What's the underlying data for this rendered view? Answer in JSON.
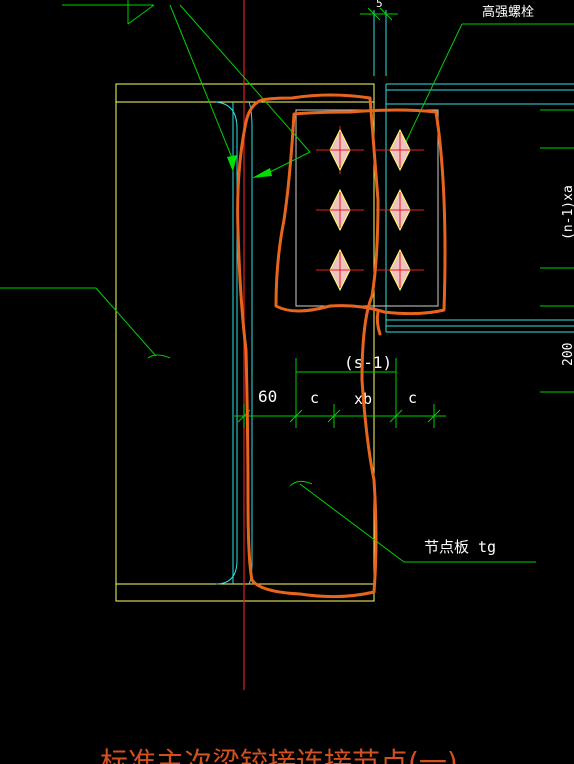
{
  "labels": {
    "bolt_label": "高强螺栓",
    "gusset_label": "节点板 tg",
    "dim_60": "60",
    "dim_c_left": "c",
    "dim_xb": "xb",
    "dim_c_right": "c",
    "dim_s1": "(s-1)",
    "side_dim_1": "(n-1)xa",
    "side_dim_2": "200",
    "bottom_title": "标准主次梁铰接连接节点(一)"
  },
  "colors": {
    "background": "#000000",
    "yellow_outline": "#ffff66",
    "cyan_lines": "#33e0e0",
    "green_leaders": "#00d000",
    "red_centerline": "#e02020",
    "orange_markup": "#e8651e",
    "bolt_fill": "#f2c2c2",
    "text": "#ffffff"
  },
  "bolts": {
    "rows": 3,
    "columns": 2
  }
}
